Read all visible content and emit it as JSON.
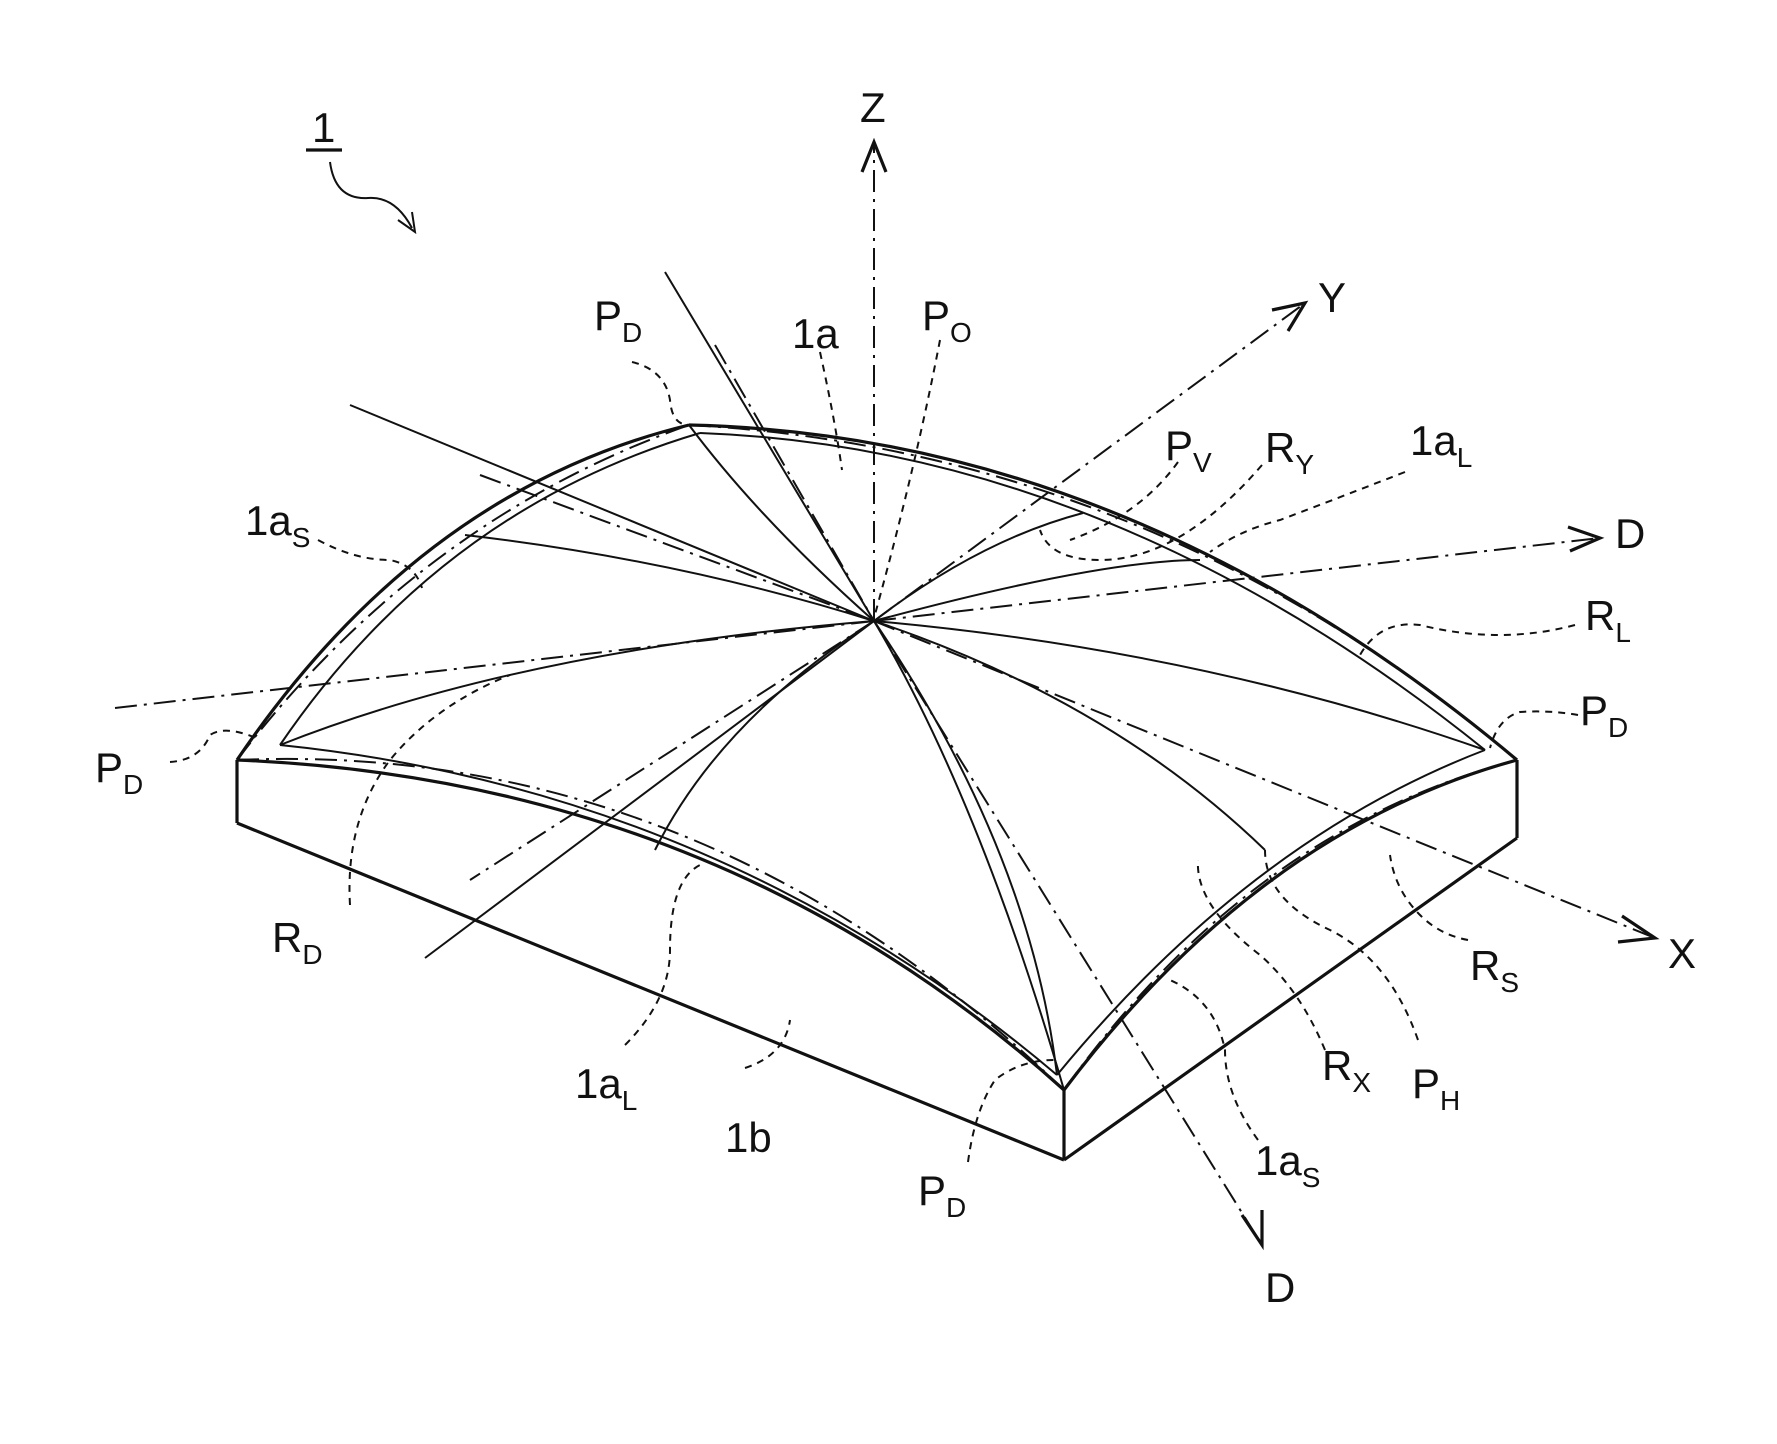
{
  "figure": {
    "ref_numeral": "1",
    "axes": {
      "z": "Z",
      "y": "Y",
      "x": "X",
      "d1": "D",
      "d2": "D"
    },
    "labels": {
      "top_surface": "1a",
      "bottom_surface": "1b",
      "center_point": {
        "main": "P",
        "sub": "O"
      },
      "vertical_point": {
        "main": "P",
        "sub": "V"
      },
      "horizontal_point": {
        "main": "P",
        "sub": "H"
      },
      "corner_point": {
        "main": "P",
        "sub": "D"
      },
      "ridge_y": {
        "main": "R",
        "sub": "Y"
      },
      "ridge_x": {
        "main": "R",
        "sub": "X"
      },
      "ridge_d": {
        "main": "R",
        "sub": "D"
      },
      "ridge_l": {
        "main": "R",
        "sub": "L"
      },
      "ridge_s": {
        "main": "R",
        "sub": "S"
      },
      "long_edge": {
        "main": "1a",
        "sub": "L"
      },
      "short_edge": {
        "main": "1a",
        "sub": "S"
      }
    }
  }
}
